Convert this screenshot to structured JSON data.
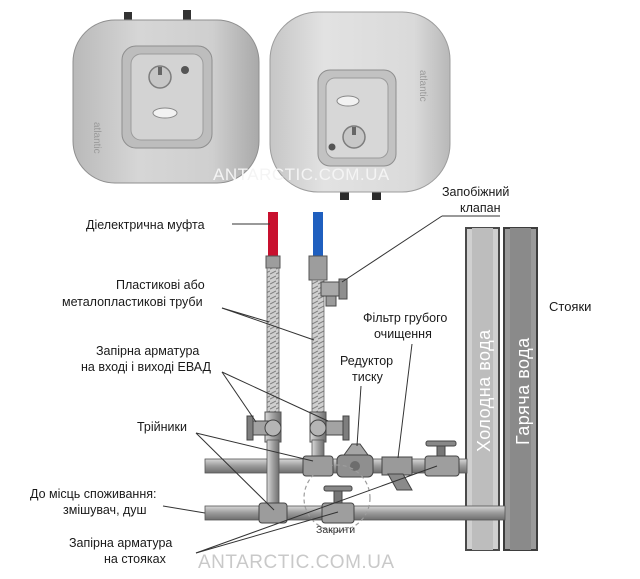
{
  "heaters": {
    "brand_left": "atlantic",
    "brand_right": "atlantic"
  },
  "watermarks": {
    "top": "ANTARCTIC.COM.UA",
    "bottom": "ANTARCTIC.COM.UA"
  },
  "labels": {
    "dielectric": "Діелектрична муфта",
    "pipes_line1": "Пластикові або",
    "pipes_line2": "металопластикові труби",
    "shutoff_line1": "Запірна арматура",
    "shutoff_line2": "на вході і виході ЕВАД",
    "tees": "Трійники",
    "consumers_line1": "До місць споживання:",
    "consumers_line2": "змішувач, душ",
    "riser_valves_line1": "Запірна арматура",
    "riser_valves_line2": "на стояках",
    "safety_line1": "Запобіжний",
    "safety_line2": "клапан",
    "filter_line1": "Фільтр грубого",
    "filter_line2": "очищення",
    "reducer_line1": "Редуктор",
    "reducer_line2": "тиску",
    "closed": "Закрити",
    "risers": "Стояки",
    "cold_water": "Холодна вода",
    "hot_water": "Гаряча вода"
  },
  "colors": {
    "hot": "#c8102e",
    "cold": "#1f5fbf",
    "pipe": "#8a8a8a",
    "riser": "#a8a8a8"
  }
}
